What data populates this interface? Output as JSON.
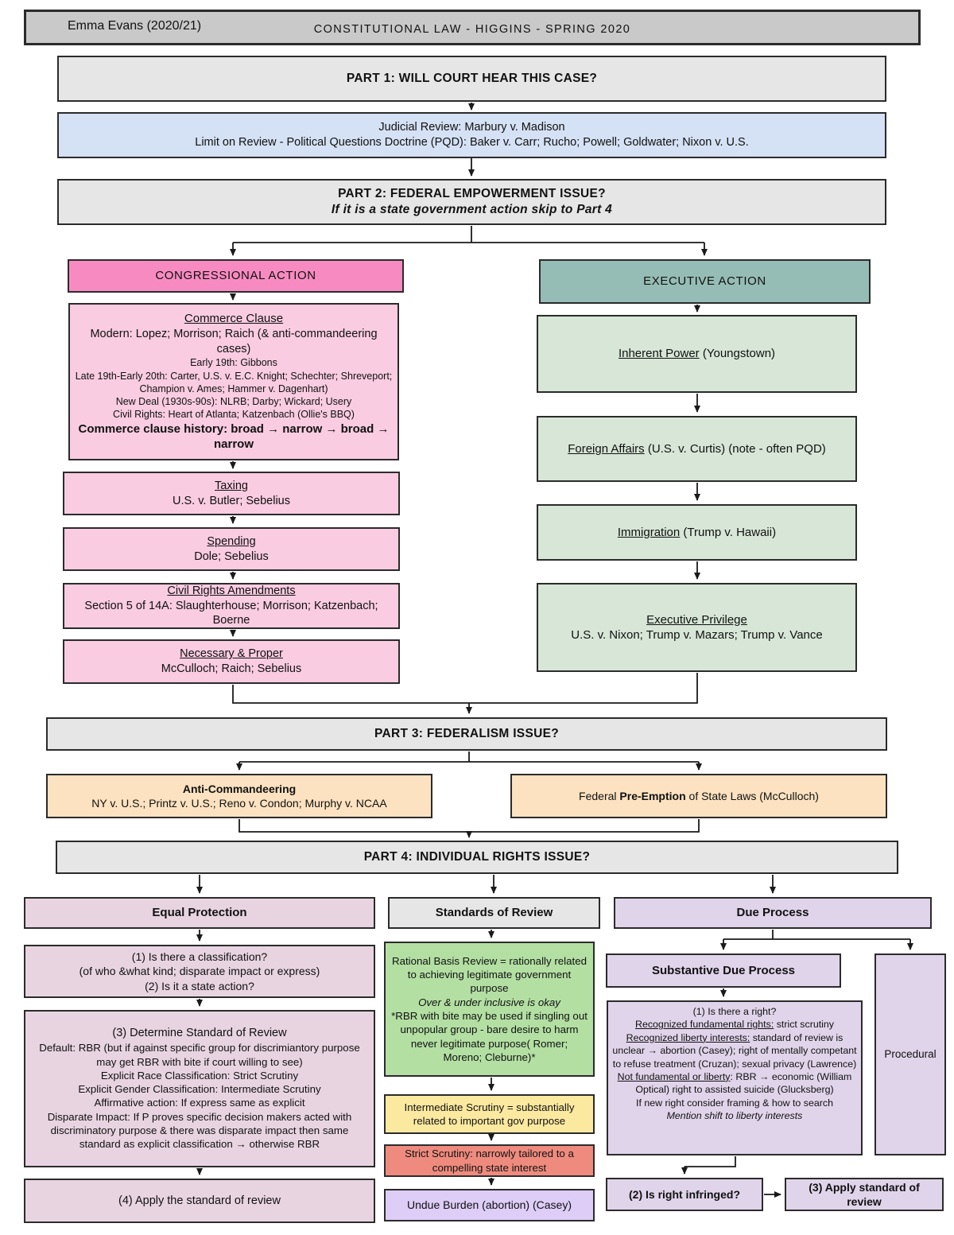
{
  "palette": {
    "titlebar_gray": "#c9c9c9",
    "part_gray": "#e6e6e6",
    "judicial_blue": "#d5e1f4",
    "congressional_pink": "#f78bc1",
    "congress_light_pink": "#f9cce1",
    "executive_teal": "#96bdb5",
    "executive_light_green": "#d7e6d6",
    "federalism_orange": "#fce2c0",
    "equal_protection_mauve": "#e8d4e1",
    "rational_basis_green": "#b3dfa3",
    "intermediate_yellow": "#fce9a0",
    "strict_salmon": "#ee8b7e",
    "undue_violet": "#ddcdf7",
    "due_process_lavender": "#e0d4ea",
    "line_color": "#1a1a1a"
  },
  "header": {
    "author": "Emma Evans (2020/21)",
    "title": "CONSTITUTIONAL LAW - HIGGINS - SPRING 2020"
  },
  "part1": {
    "title": "PART 1: WILL COURT HEAR THIS CASE?"
  },
  "judicial_review": {
    "line1": "Judicial Review: Marbury v. Madison",
    "line2": "Limit on Review - Political Questions Doctrine (PQD): Baker v. Carr; Rucho; Powell; Goldwater; Nixon v. U.S."
  },
  "part2": {
    "title": "PART 2: FEDERAL EMPOWERMENT ISSUE?",
    "subtitle": "If it is a state government action skip to Part 4"
  },
  "congressional": {
    "header": "CONGRESSIONAL ACTION",
    "commerce": {
      "title": "Commerce Clause",
      "modern": "Modern: Lopez; Morrison; Raich (& anti-commandeering cases)",
      "early": "Early 19th: Gibbons",
      "late": "Late 19th-Early 20th: Carter, U.S. v. E.C. Knight; Schechter; Shreveport; Champion v. Ames; Hammer v. Dagenhart)",
      "new_deal": "New Deal (1930s-90s): NLRB; Darby; Wickard; Usery",
      "civil_rights": "Civil Rights: Heart of Atlanta; Katzenbach (Ollie's BBQ)",
      "history": "Commerce clause history: broad → narrow → broad → narrow"
    },
    "taxing": {
      "title": "Taxing",
      "cases": "U.S. v. Butler; Sebelius"
    },
    "spending": {
      "title": "Spending",
      "cases": "Dole; Sebelius"
    },
    "civil_rights_amendments": {
      "title": "Civil Rights Amendments",
      "cases": "Section 5 of 14A: Slaughterhouse; Morrison; Katzenbach; Boerne"
    },
    "necessary_proper": {
      "title": "Necessary & Proper",
      "cases": "McCulloch; Raich; Sebelius"
    }
  },
  "executive": {
    "header": "EXECUTIVE ACTION",
    "inherent": {
      "title": "Inherent Power",
      "rest": " (Youngstown)"
    },
    "foreign": {
      "title": "Foreign Affairs",
      "rest": " (U.S. v. Curtis) (note - often PQD)"
    },
    "immigration": {
      "title": "Immigration",
      "rest": " (Trump v. Hawaii)"
    },
    "privilege": {
      "title": "Executive Privilege",
      "cases": "U.S. v. Nixon; Trump v. Mazars; Trump v. Vance"
    }
  },
  "part3": {
    "title": "PART 3: FEDERALISM ISSUE?"
  },
  "federalism": {
    "anti_commandeering": {
      "title": "Anti-Commandeering",
      "cases": "NY v. U.S.; Printz v. U.S.; Reno v. Condon; Murphy v. NCAA"
    },
    "preemption": {
      "pre": "Federal ",
      "bold": "Pre-Emption",
      "post": " of State Laws (McCulloch)"
    }
  },
  "part4": {
    "title": "PART 4: INDIVIDUAL RIGHTS ISSUE?"
  },
  "equal_protection": {
    "header": "Equal Protection",
    "classification": {
      "line1": "(1) Is there a classification?",
      "line2": "(of who &what kind; disparate impact or express)",
      "line3": "(2) Is it a state action?"
    },
    "determine": {
      "title": "(3) Determine Standard of Review",
      "default": "Default: RBR (but if against specific group for discrimiantory purpose may get RBR with bite if court willing to see)",
      "race": "Explicit Race Classification: Strict Scrutiny",
      "gender": "Explicit Gender Classification: Intermediate Scrutiny",
      "affirmative": "Affirmative action: If express same as explicit",
      "disparate": "Disparate Impact: If P proves specific decision makers acted with discriminatory purpose & there was disparate impact then same standard as explicit classification → otherwise RBR"
    },
    "apply": "(4) Apply the standard of review"
  },
  "standards_of_review": {
    "header": "Standards of Review",
    "rational_basis": {
      "line1": "Rational Basis Review = rationally related to achieving legitimate government purpose",
      "line2": "Over & under inclusive is okay",
      "line3": "*RBR with bite may be used if singling out unpopular group - bare desire to harm never legitimate purpose( Romer; Moreno; Cleburne)*"
    },
    "intermediate": "Intermediate Scrutiny = substantially related to important gov purpose",
    "strict": "Strict Scrutiny: narrowly tailored to a compelling state interest",
    "undue_burden": "Undue Burden (abortion) (Casey)"
  },
  "due_process": {
    "header": "Due Process",
    "substantive": "Substantive Due Process",
    "procedural": "Procedural",
    "right": {
      "q": "(1) Is there a right?",
      "fund_label": "Recognized fundamental rights:",
      "fund_rest": " strict scrutiny",
      "liberty_label": "Recognized liberty interests:",
      "liberty_rest": " standard of review is unclear → abortion (Casey); right of mentally competant to refuse treatment (Cruzan); sexual privacy (Lawrence)",
      "not_label": "Not fundamental or liberty",
      "not_rest": ": RBR → economic (William Optical) right to assisted suicide (Glucksberg)",
      "framing": "If new right consider framing & how to search",
      "mention": "Mention shift to liberty interests"
    },
    "infringed": "(2) Is right infringed?",
    "apply": "(3) Apply standard of review"
  }
}
